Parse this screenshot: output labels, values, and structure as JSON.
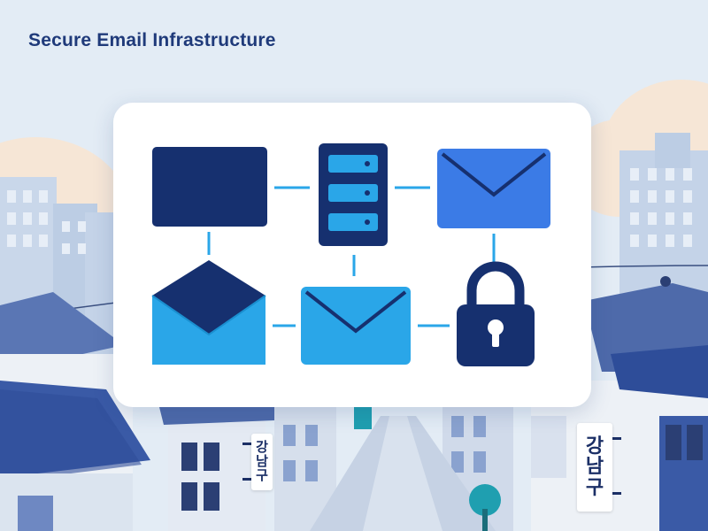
{
  "title": "Secure Email Infrastructure",
  "nodes": [
    {
      "id": "monitor",
      "icon": "monitor-icon",
      "color": "#16306f"
    },
    {
      "id": "server",
      "icon": "server-icon",
      "color": "#16306f"
    },
    {
      "id": "email-top",
      "icon": "envelope-icon",
      "color": "#3b7be6"
    },
    {
      "id": "email-open",
      "icon": "open-envelope-icon",
      "color": "#2aa6e8"
    },
    {
      "id": "email-bottom",
      "icon": "envelope-icon",
      "color": "#2aa6e8"
    },
    {
      "id": "lock",
      "icon": "padlock-icon",
      "color": "#16306f"
    }
  ],
  "connectors_color": "#2aa6e8",
  "signs": {
    "left": [
      "강",
      "남",
      "구"
    ],
    "right": [
      "강",
      "남",
      "구"
    ]
  }
}
